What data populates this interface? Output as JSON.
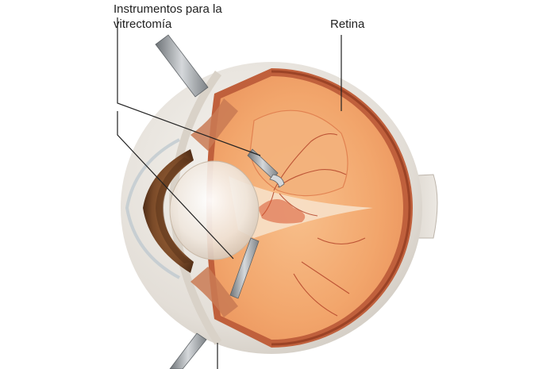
{
  "labels": {
    "instruments_line1": "Instrumentos para la",
    "instruments_line2": "vitrectomía",
    "retina": "Retina"
  },
  "colors": {
    "background": "#ffffff",
    "sclera": "#e8e4de",
    "retina": "#c0603c",
    "vitreous": "#f2a66c",
    "iris": "#7a4a28",
    "instrument": "#8f959a",
    "leader_line": "#222222"
  }
}
